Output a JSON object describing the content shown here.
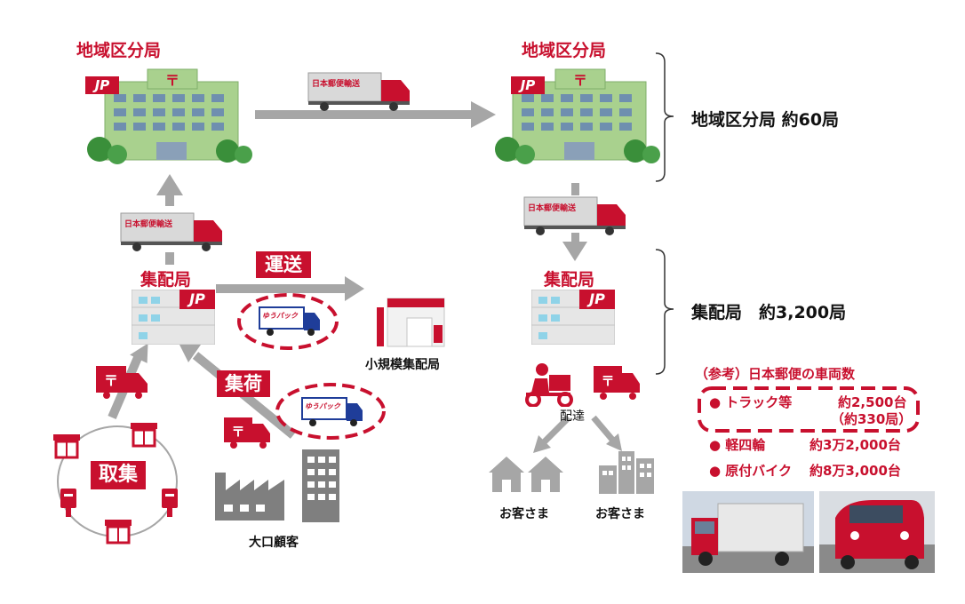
{
  "colors": {
    "jp_red": "#c8102e",
    "gray_arrow": "#a6a6a6",
    "icon_gray": "#7f7f7f",
    "building_green": "#a9d18e",
    "tree_green": "#3a8f3a"
  },
  "logo_text": "JP",
  "truck_text": "日本郵便輸送",
  "yupack_text": "ゆうパック",
  "regional_left": {
    "label": "地域区分局"
  },
  "regional_right": {
    "label": "地域区分局"
  },
  "regional_bracket": {
    "label": "地域区分局 約60局"
  },
  "delivery_left": {
    "label": "集配局"
  },
  "delivery_right": {
    "label": "集配局"
  },
  "delivery_bracket": {
    "label": "集配局　約3,200局"
  },
  "transport_label": "運送",
  "pickup_label": "集荷",
  "collection_label": "取集",
  "small_office_label": "小規模集配局",
  "large_client_label": "大口顧客",
  "delivery_action_label": "配達",
  "customer_left_label": "お客さま",
  "customer_right_label": "お客さま",
  "reference": {
    "title": "（参考）日本郵便の車両数",
    "items": [
      {
        "name": "● トラック等",
        "count": "約2,500台",
        "sub": "（約330局）"
      },
      {
        "name": "● 軽四輪",
        "count": "約3万2,000台"
      },
      {
        "name": "● 原付バイク",
        "count": "約8万3,000台"
      }
    ]
  },
  "icons": [
    "building-icon",
    "tree-icon",
    "jp-logo-icon",
    "truck-icon",
    "yupack-truck-icon",
    "post-office-icon",
    "mailbox-icon",
    "factory-icon",
    "tower-building-icon",
    "scooter-icon",
    "house-icon",
    "city-buildings-icon",
    "photo-truck",
    "photo-van"
  ]
}
